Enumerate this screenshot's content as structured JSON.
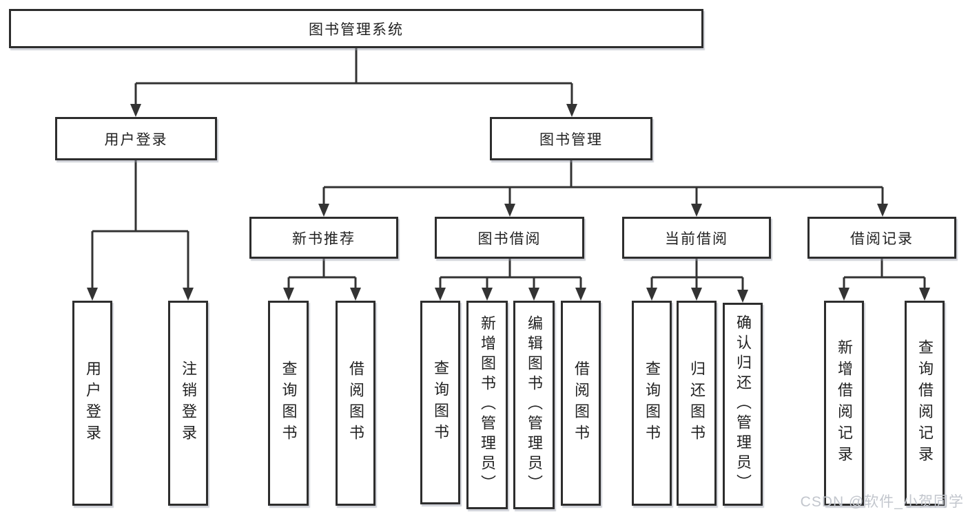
{
  "tree": {
    "root": "图书管理系统",
    "user_login": {
      "label": "用户登录",
      "children": [
        "用户登录",
        "注销登录"
      ]
    },
    "book_mgmt": {
      "label": "图书管理",
      "sections": [
        {
          "label": "新书推荐",
          "children": [
            "查询图书",
            "借阅图书"
          ]
        },
        {
          "label": "图书借阅",
          "children": [
            "查询图书",
            "新增图书（管理员）",
            "编辑图书（管理员）",
            "借阅图书"
          ]
        },
        {
          "label": "当前借阅",
          "children": [
            "查询图书",
            "归还图书",
            "确认归还（管理员）"
          ]
        },
        {
          "label": "借阅记录",
          "children": [
            "新增借阅记录",
            "查询借阅记录"
          ]
        }
      ]
    }
  },
  "watermark": "CSDN @软件_小贺同学",
  "colors": {
    "line": "#333333",
    "box_border": "#2d2d2d",
    "text": "#222222",
    "watermark_text": "#c2c6cd",
    "background": "#ffffff"
  }
}
